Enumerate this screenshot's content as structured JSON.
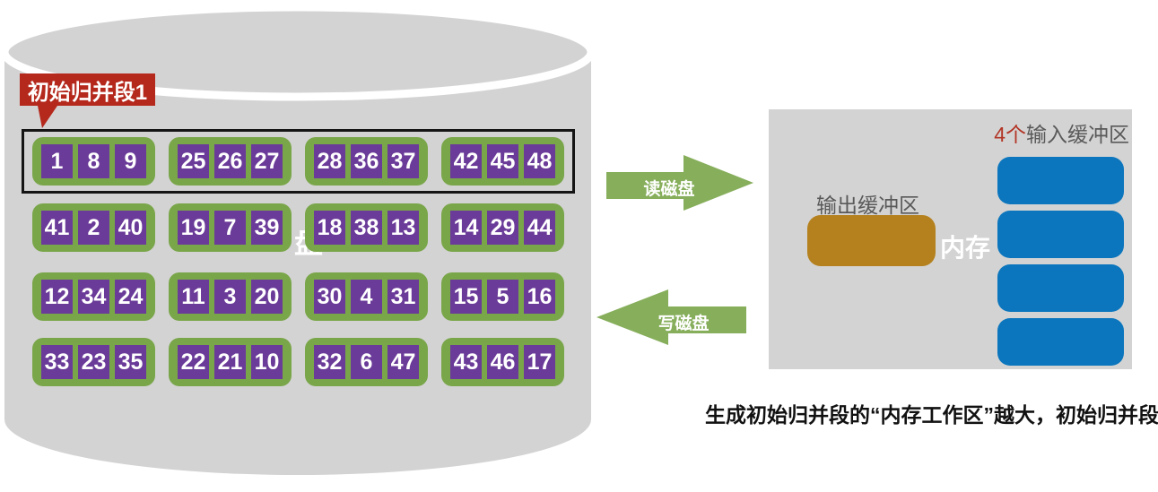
{
  "disk": {
    "callout_label": "初始归并段1",
    "watermark": "盘",
    "rows": [
      {
        "highlighted": true,
        "groups": [
          [
            "1",
            "8",
            "9"
          ],
          [
            "25",
            "26",
            "27"
          ],
          [
            "28",
            "36",
            "37"
          ],
          [
            "42",
            "45",
            "48"
          ]
        ]
      },
      {
        "highlighted": false,
        "groups": [
          [
            "41",
            "2",
            "40"
          ],
          [
            "19",
            "7",
            "39"
          ],
          [
            "18",
            "38",
            "13"
          ],
          [
            "14",
            "29",
            "44"
          ]
        ]
      },
      {
        "highlighted": false,
        "groups": [
          [
            "12",
            "34",
            "24"
          ],
          [
            "11",
            "3",
            "20"
          ],
          [
            "30",
            "4",
            "31"
          ],
          [
            "15",
            "5",
            "16"
          ]
        ]
      },
      {
        "highlighted": false,
        "groups": [
          [
            "33",
            "23",
            "35"
          ],
          [
            "22",
            "21",
            "10"
          ],
          [
            "32",
            "6",
            "47"
          ],
          [
            "43",
            "46",
            "17"
          ]
        ]
      }
    ]
  },
  "arrows": {
    "read_label": "读磁盘",
    "write_label": "写磁盘"
  },
  "memory": {
    "input_buffers_count_prefix": "4个",
    "input_buffers_label_rest": "输入缓冲区",
    "output_buffer_label": "输出缓冲区",
    "memory_label": "内存",
    "input_buffer_count": 4
  },
  "caption": "生成初始归并段的“内存工作区”越大，初始归并段越长",
  "colors": {
    "disk_gray": "#d3d3d3",
    "block_green": "#7aa64a",
    "block_purple": "#6a3b98",
    "arrow_green": "#86ae5b",
    "buffer_blue": "#0b76bd",
    "buffer_orange": "#b5811e",
    "callout_red": "#b5291d",
    "accent_red": "#b23425",
    "label_gray": "#595959"
  }
}
